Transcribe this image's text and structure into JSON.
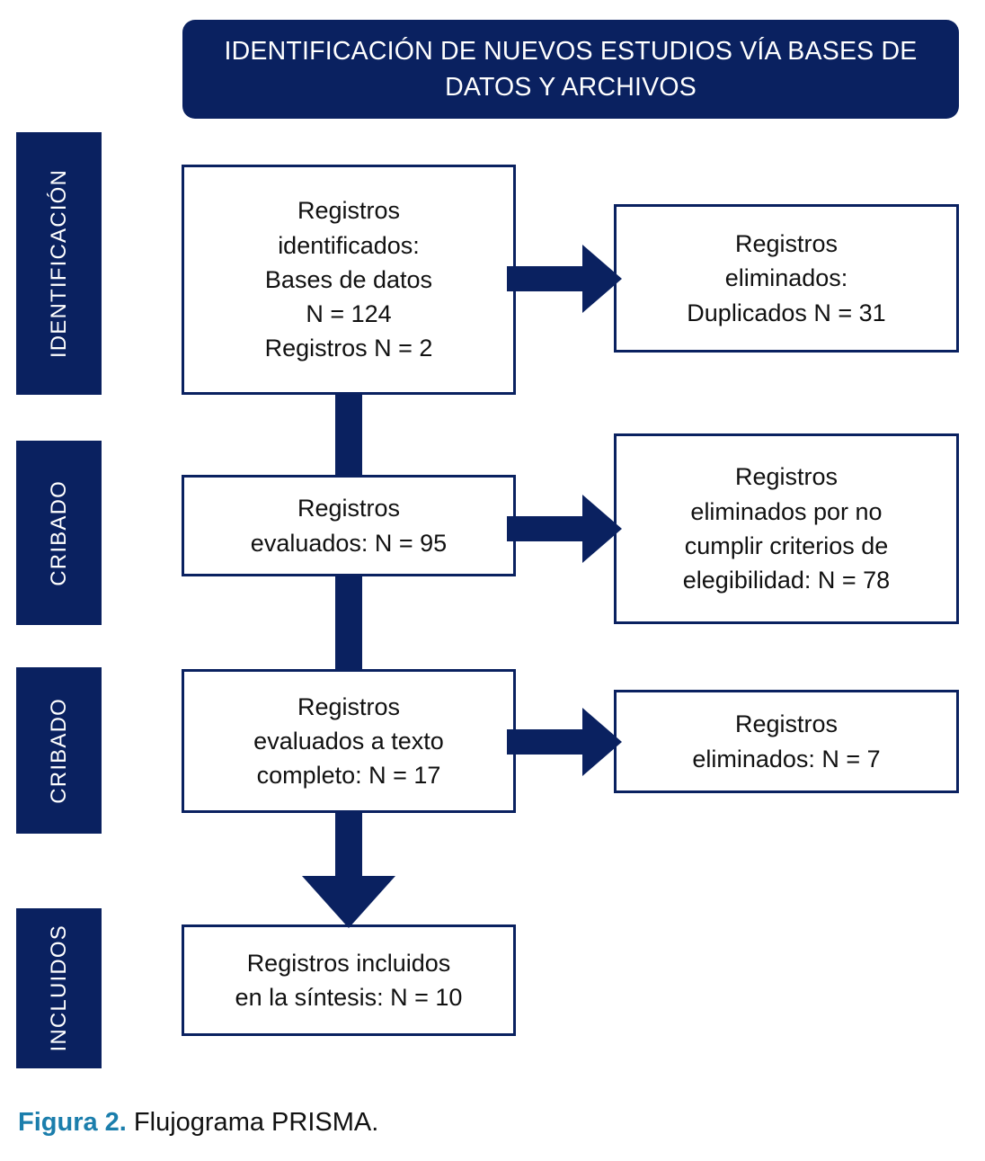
{
  "figure": {
    "header": {
      "title": "IDENTIFICACIÓN DE NUEVOS ESTUDIOS VÍA BASES DE DATOS Y ARCHIVOS"
    },
    "stages": [
      {
        "label": "IDENTIFICACIÓN"
      },
      {
        "label": "CRIBADO"
      },
      {
        "label": "CRIBADO"
      },
      {
        "label": "INCLUIDOS"
      }
    ],
    "main_boxes": [
      {
        "text": "Registros\nidentificados:\nBases de datos\nN = 124\nRegistros N = 2"
      },
      {
        "text": "Registros\nevaluados: N = 95"
      },
      {
        "text": "Registros\nevaluados a texto\ncompleto: N = 17"
      },
      {
        "text": "Registros incluidos\nen la síntesis: N = 10"
      }
    ],
    "side_boxes": [
      {
        "text": "Registros\neliminados:\nDuplicados N = 31"
      },
      {
        "text": "Registros\neliminados por no\ncumplir criterios de\nelegibilidad: N = 78"
      },
      {
        "text": "Registros\neliminados: N = 7"
      }
    ],
    "caption": {
      "label": "Figura 2.",
      "text": " Flujograma PRISMA."
    },
    "colors": {
      "navy": "#0a2160",
      "caption_accent": "#1b7eac",
      "box_background": "#ffffff",
      "page_background": "#ffffff"
    },
    "chart_data": {
      "type": "diagram",
      "title": "IDENTIFICACIÓN DE NUEVOS ESTUDIOS VÍA BASES DE DATOS Y ARCHIVOS",
      "nodes": [
        {
          "id": "identificados",
          "stage": "IDENTIFICACIÓN",
          "label": "Registros identificados: Bases de datos N = 124 Registros N = 2",
          "values": {
            "Bases de datos": 124,
            "Registros": 2
          }
        },
        {
          "id": "duplicados",
          "stage": "IDENTIFICACIÓN",
          "label": "Registros eliminados: Duplicados N = 31",
          "values": {
            "Duplicados": 31
          }
        },
        {
          "id": "evaluados",
          "stage": "CRIBADO",
          "label": "Registros evaluados: N = 95",
          "values": {
            "N": 95
          }
        },
        {
          "id": "no_elegibles",
          "stage": "CRIBADO",
          "label": "Registros eliminados por no cumplir criterios de elegibilidad: N = 78",
          "values": {
            "N": 78
          }
        },
        {
          "id": "texto_completo",
          "stage": "CRIBADO",
          "label": "Registros evaluados a texto completo: N = 17",
          "values": {
            "N": 17
          }
        },
        {
          "id": "eliminados_texto",
          "stage": "CRIBADO",
          "label": "Registros eliminados: N = 7",
          "values": {
            "N": 7
          }
        },
        {
          "id": "incluidos",
          "stage": "INCLUIDOS",
          "label": "Registros incluidos en la síntesis: N = 10",
          "values": {
            "N": 10
          }
        }
      ],
      "edges": [
        {
          "from": "identificados",
          "to": "duplicados",
          "direction": "right"
        },
        {
          "from": "identificados",
          "to": "evaluados",
          "direction": "down"
        },
        {
          "from": "evaluados",
          "to": "no_elegibles",
          "direction": "right"
        },
        {
          "from": "evaluados",
          "to": "texto_completo",
          "direction": "down"
        },
        {
          "from": "texto_completo",
          "to": "eliminados_texto",
          "direction": "right"
        },
        {
          "from": "texto_completo",
          "to": "incluidos",
          "direction": "down"
        }
      ]
    }
  }
}
